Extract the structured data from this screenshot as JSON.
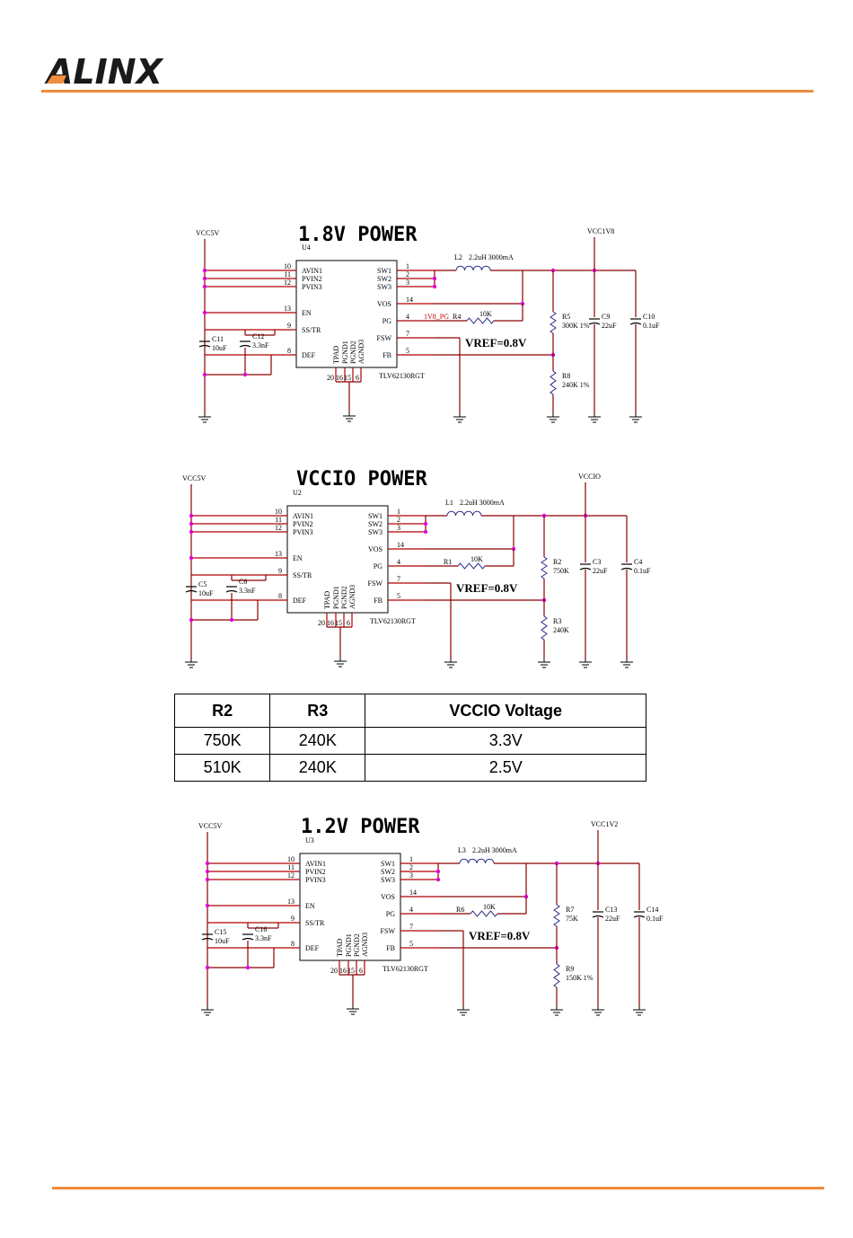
{
  "header": {
    "logo_text": "ALINX",
    "accent_color": "#f08c3c"
  },
  "sections": [
    {
      "title": "1.8V POWER",
      "ic_ref": "U4",
      "part_number": "TLV62130RGT",
      "input_rail": "VCC5V",
      "output_rail": "VCC1V8",
      "inductor": {
        "ref": "L2",
        "value": "2.2uH 3000mA"
      },
      "feedback_top": {
        "ref": "R5",
        "value": "300K 1%"
      },
      "feedback_bottom": {
        "ref": "R8",
        "value": "240K 1%"
      },
      "pg_resistor": {
        "ref": "R4",
        "value": "10K"
      },
      "pg_net": "1V8_PG",
      "out_cap_bulk": {
        "ref": "C9",
        "value": "22uF"
      },
      "out_cap_small": {
        "ref": "C10",
        "value": "0.1uF"
      },
      "in_cap": {
        "ref": "C11",
        "value": "10uF"
      },
      "ss_cap": {
        "ref": "C12",
        "value": "3.3nF"
      },
      "vref": "VREF=0.8V"
    },
    {
      "title": "VCCIO POWER",
      "ic_ref": "U2",
      "part_number": "TLV62130RGT",
      "input_rail": "VCC5V",
      "output_rail": "VCCIO",
      "inductor": {
        "ref": "L1",
        "value": "2.2uH 3000mA"
      },
      "feedback_top": {
        "ref": "R2",
        "value": "750K"
      },
      "feedback_bottom": {
        "ref": "R3",
        "value": "240K"
      },
      "pg_resistor": {
        "ref": "R1",
        "value": "10K"
      },
      "pg_net": "",
      "out_cap_bulk": {
        "ref": "C3",
        "value": "22uF"
      },
      "out_cap_small": {
        "ref": "C4",
        "value": "0.1uF"
      },
      "in_cap": {
        "ref": "C5",
        "value": "10uF"
      },
      "ss_cap": {
        "ref": "C6",
        "value": "3.3nF"
      },
      "vref": "VREF=0.8V"
    },
    {
      "title": "1.2V POWER",
      "ic_ref": "U3",
      "part_number": "TLV62130RGT",
      "input_rail": "VCC5V",
      "output_rail": "VCC1V2",
      "inductor": {
        "ref": "L3",
        "value": "2.2uH 3000mA"
      },
      "feedback_top": {
        "ref": "R7",
        "value": "75K"
      },
      "feedback_bottom": {
        "ref": "R9",
        "value": "150K 1%"
      },
      "pg_resistor": {
        "ref": "R6",
        "value": "10K"
      },
      "pg_net": "",
      "out_cap_bulk": {
        "ref": "C13",
        "value": "22uF"
      },
      "out_cap_small": {
        "ref": "C14",
        "value": "0.1uF"
      },
      "in_cap": {
        "ref": "C15",
        "value": "10uF"
      },
      "ss_cap": {
        "ref": "C16",
        "value": "3.3nF"
      },
      "vref": "VREF=0.8V"
    }
  ],
  "ic_pins": {
    "left": [
      {
        "num": "10",
        "name": "AVIN1"
      },
      {
        "num": "11",
        "name": "PVIN2"
      },
      {
        "num": "12",
        "name": "PVIN3"
      },
      {
        "num": "13",
        "name": "EN"
      },
      {
        "num": "9",
        "name": "SS/TR"
      },
      {
        "num": "8",
        "name": "DEF"
      }
    ],
    "right": [
      {
        "num": "1",
        "name": "SW1"
      },
      {
        "num": "2",
        "name": "SW2"
      },
      {
        "num": "3",
        "name": "SW3"
      },
      {
        "num": "14",
        "name": "VOS"
      },
      {
        "num": "4",
        "name": "PG"
      },
      {
        "num": "7",
        "name": "FSW"
      },
      {
        "num": "5",
        "name": "FB"
      }
    ],
    "bottom": [
      {
        "num": "20",
        "name": "TPAD"
      },
      {
        "num": "16",
        "name": "PGND1"
      },
      {
        "num": "15",
        "name": "PGND2"
      },
      {
        "num": "6",
        "name": "AGND3"
      }
    ]
  },
  "voltage_table": {
    "headers": [
      "R2",
      "R3",
      "VCCIO Voltage"
    ],
    "rows": [
      [
        "750K",
        "240K",
        "3.3V"
      ],
      [
        "510K",
        "240K",
        "2.5V"
      ]
    ]
  }
}
